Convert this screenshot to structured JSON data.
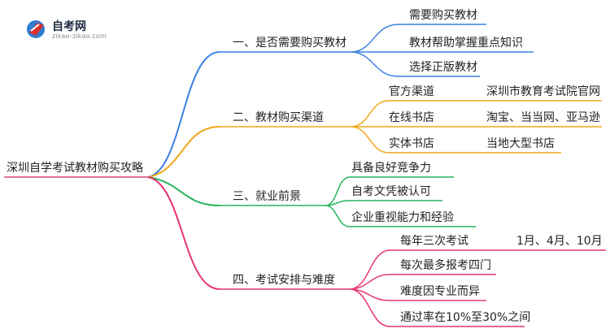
{
  "logo": {
    "name": "自考网",
    "url": "zikao-zikao.com",
    "colors": {
      "primary": "#d9302c",
      "secondary": "#2f7dd1"
    }
  },
  "root": {
    "label": "深圳自学考试教材购买攻略"
  },
  "branches": [
    {
      "label": "一、是否需要购买教材",
      "color": "#3b82e0",
      "children": [
        {
          "label": "需要购买教材"
        },
        {
          "label": "教材帮助掌握重点知识"
        },
        {
          "label": "选择正版教材"
        }
      ]
    },
    {
      "label": "二、教材购买渠道",
      "color": "#f2a61a",
      "children": [
        {
          "label": "官方渠道",
          "detail": "深圳市教育考试院官网"
        },
        {
          "label": "在线书店",
          "detail": "淘宝、当当网、亚马逊"
        },
        {
          "label": "实体书店",
          "detail": "当地大型书店"
        }
      ]
    },
    {
      "label": "三、就业前景",
      "color": "#27b45a",
      "children": [
        {
          "label": "具备良好竞争力"
        },
        {
          "label": "自考文凭被认可"
        },
        {
          "label": "企业重视能力和经验"
        }
      ]
    },
    {
      "label": "四、考试安排与难度",
      "color": "#e8336d",
      "children": [
        {
          "label": "每年三次考试",
          "detail": "1月、4月、10月"
        },
        {
          "label": "每次最多报考四门"
        },
        {
          "label": "难度因专业而异"
        },
        {
          "label": "通过率在10%至30%之间"
        }
      ]
    }
  ]
}
